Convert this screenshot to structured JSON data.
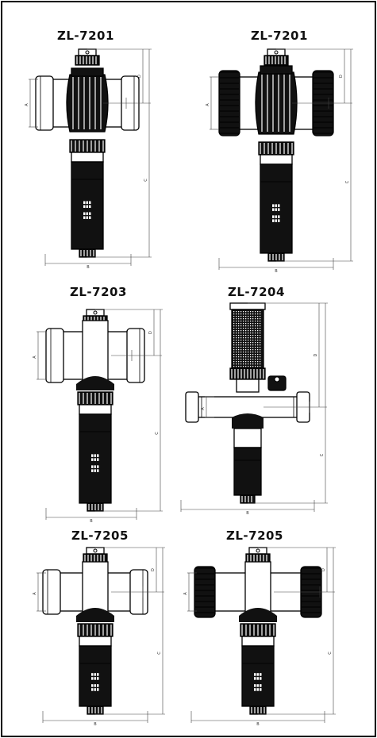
{
  "sheet": {
    "border_color": "#000000",
    "background": "#ffffff",
    "ink_color": "#000000"
  },
  "diagrams": [
    {
      "id": "d1",
      "title": "ZL-7201",
      "variant": "plain-ends",
      "dims": {
        "a": "A",
        "b": "B",
        "c": "C",
        "d": "D"
      }
    },
    {
      "id": "d2",
      "title": "ZL-7201",
      "variant": "nut-ends",
      "dims": {
        "a": "A",
        "b": "B",
        "c": "C",
        "d": "D"
      }
    },
    {
      "id": "d3",
      "title": "ZL-7203",
      "variant": "plain-ends",
      "dims": {
        "a": "A",
        "b": "B",
        "c": "C",
        "d": "D"
      }
    },
    {
      "id": "d4",
      "title": "ZL-7204",
      "variant": "strainer",
      "dims": {
        "a": "A",
        "b": "B",
        "c": "C",
        "d": "D"
      }
    },
    {
      "id": "d5",
      "title": "ZL-7205",
      "variant": "plain-ends",
      "dims": {
        "a": "A",
        "b": "B",
        "c": "C",
        "d": "D"
      }
    },
    {
      "id": "d6",
      "title": "ZL-7205",
      "variant": "nut-ends",
      "dims": {
        "a": "A",
        "b": "B",
        "c": "C",
        "d": "D"
      }
    }
  ]
}
